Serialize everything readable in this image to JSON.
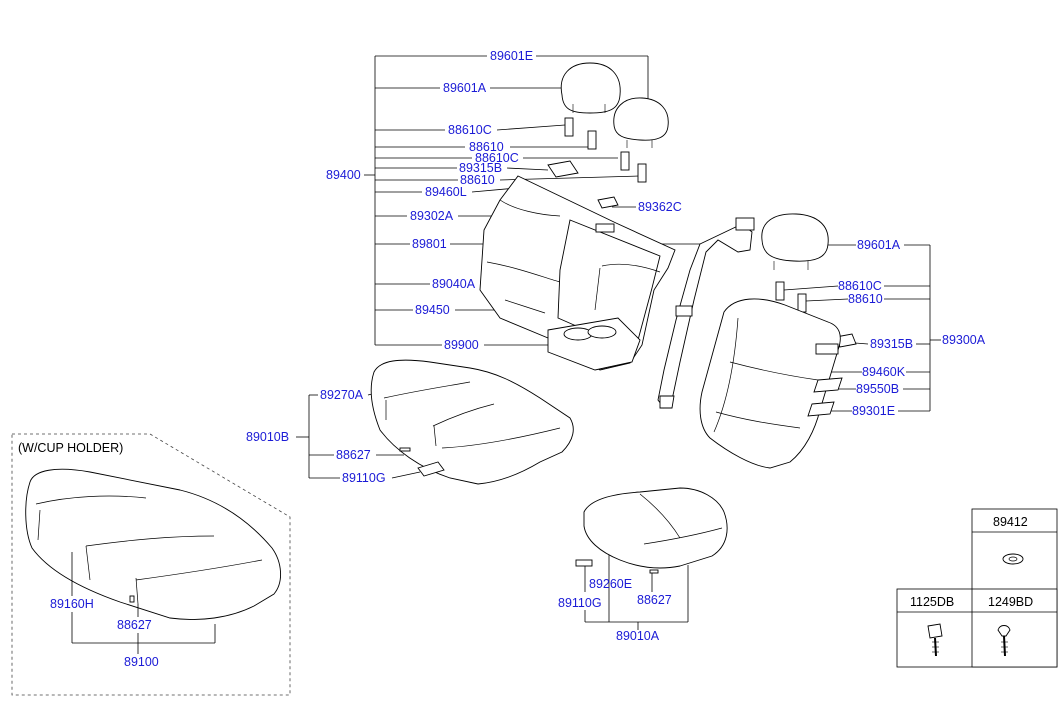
{
  "diagram": {
    "labels": {
      "p89601E": "89601E",
      "p89601A_l": "89601A",
      "p88610C_1": "88610C",
      "p88610_1": "88610",
      "p88610C_2": "88610C",
      "p89315B_l": "89315B",
      "p88610_2": "88610",
      "p89400": "89400",
      "p89460L": "89460L",
      "p89302A": "89302A",
      "p89362C": "89362C",
      "p89801": "89801",
      "p89040A": "89040A",
      "p89450": "89450",
      "p89900": "89900",
      "p89601A_r": "89601A",
      "p88610C_r": "88610C",
      "p88610_r": "88610",
      "p89315B_r": "89315B",
      "p89300A": "89300A",
      "p89460K": "89460K",
      "p89550B": "89550B",
      "p89301E": "89301E",
      "p89270A": "89270A",
      "p89010B": "89010B",
      "p88627_c": "88627",
      "p89110G_c": "89110G",
      "p89260E": "89260E",
      "p89110G_b": "89110G",
      "p88627_b": "88627",
      "p89010A": "89010A",
      "p89160H": "89160H",
      "p88627_l": "88627",
      "p89100": "89100"
    },
    "inset_title": "(W/CUP HOLDER)",
    "fastener_table": {
      "top_header": "89412",
      "left_header": "1125DB",
      "right_header": "1249BD"
    }
  }
}
